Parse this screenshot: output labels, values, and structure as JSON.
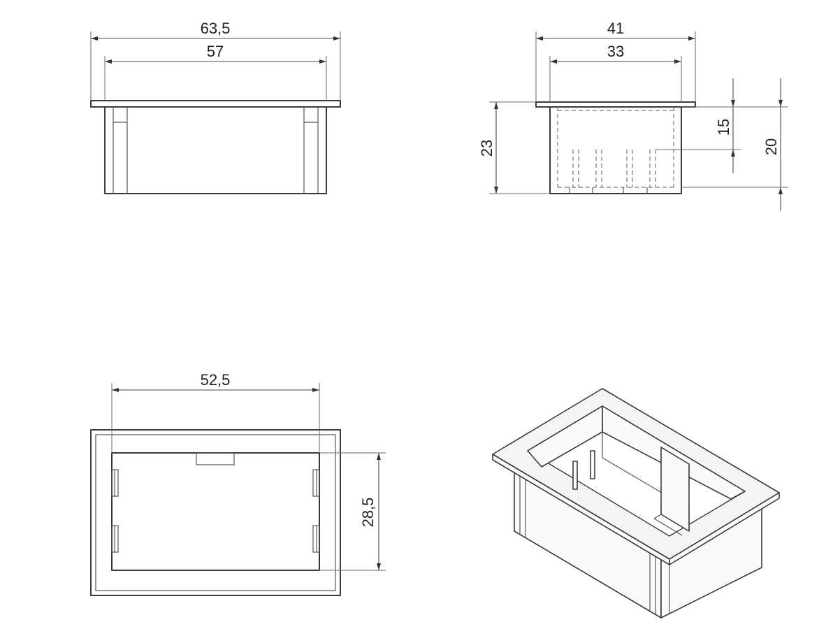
{
  "dimensions": {
    "front_outer_width": "63,5",
    "front_inner_width": "57",
    "side_outer_width": "41",
    "side_inner_width": "33",
    "side_height": "23",
    "side_inner_depth": "15",
    "side_body_height": "20",
    "top_inner_width": "52,5",
    "top_inner_height": "28,5"
  }
}
